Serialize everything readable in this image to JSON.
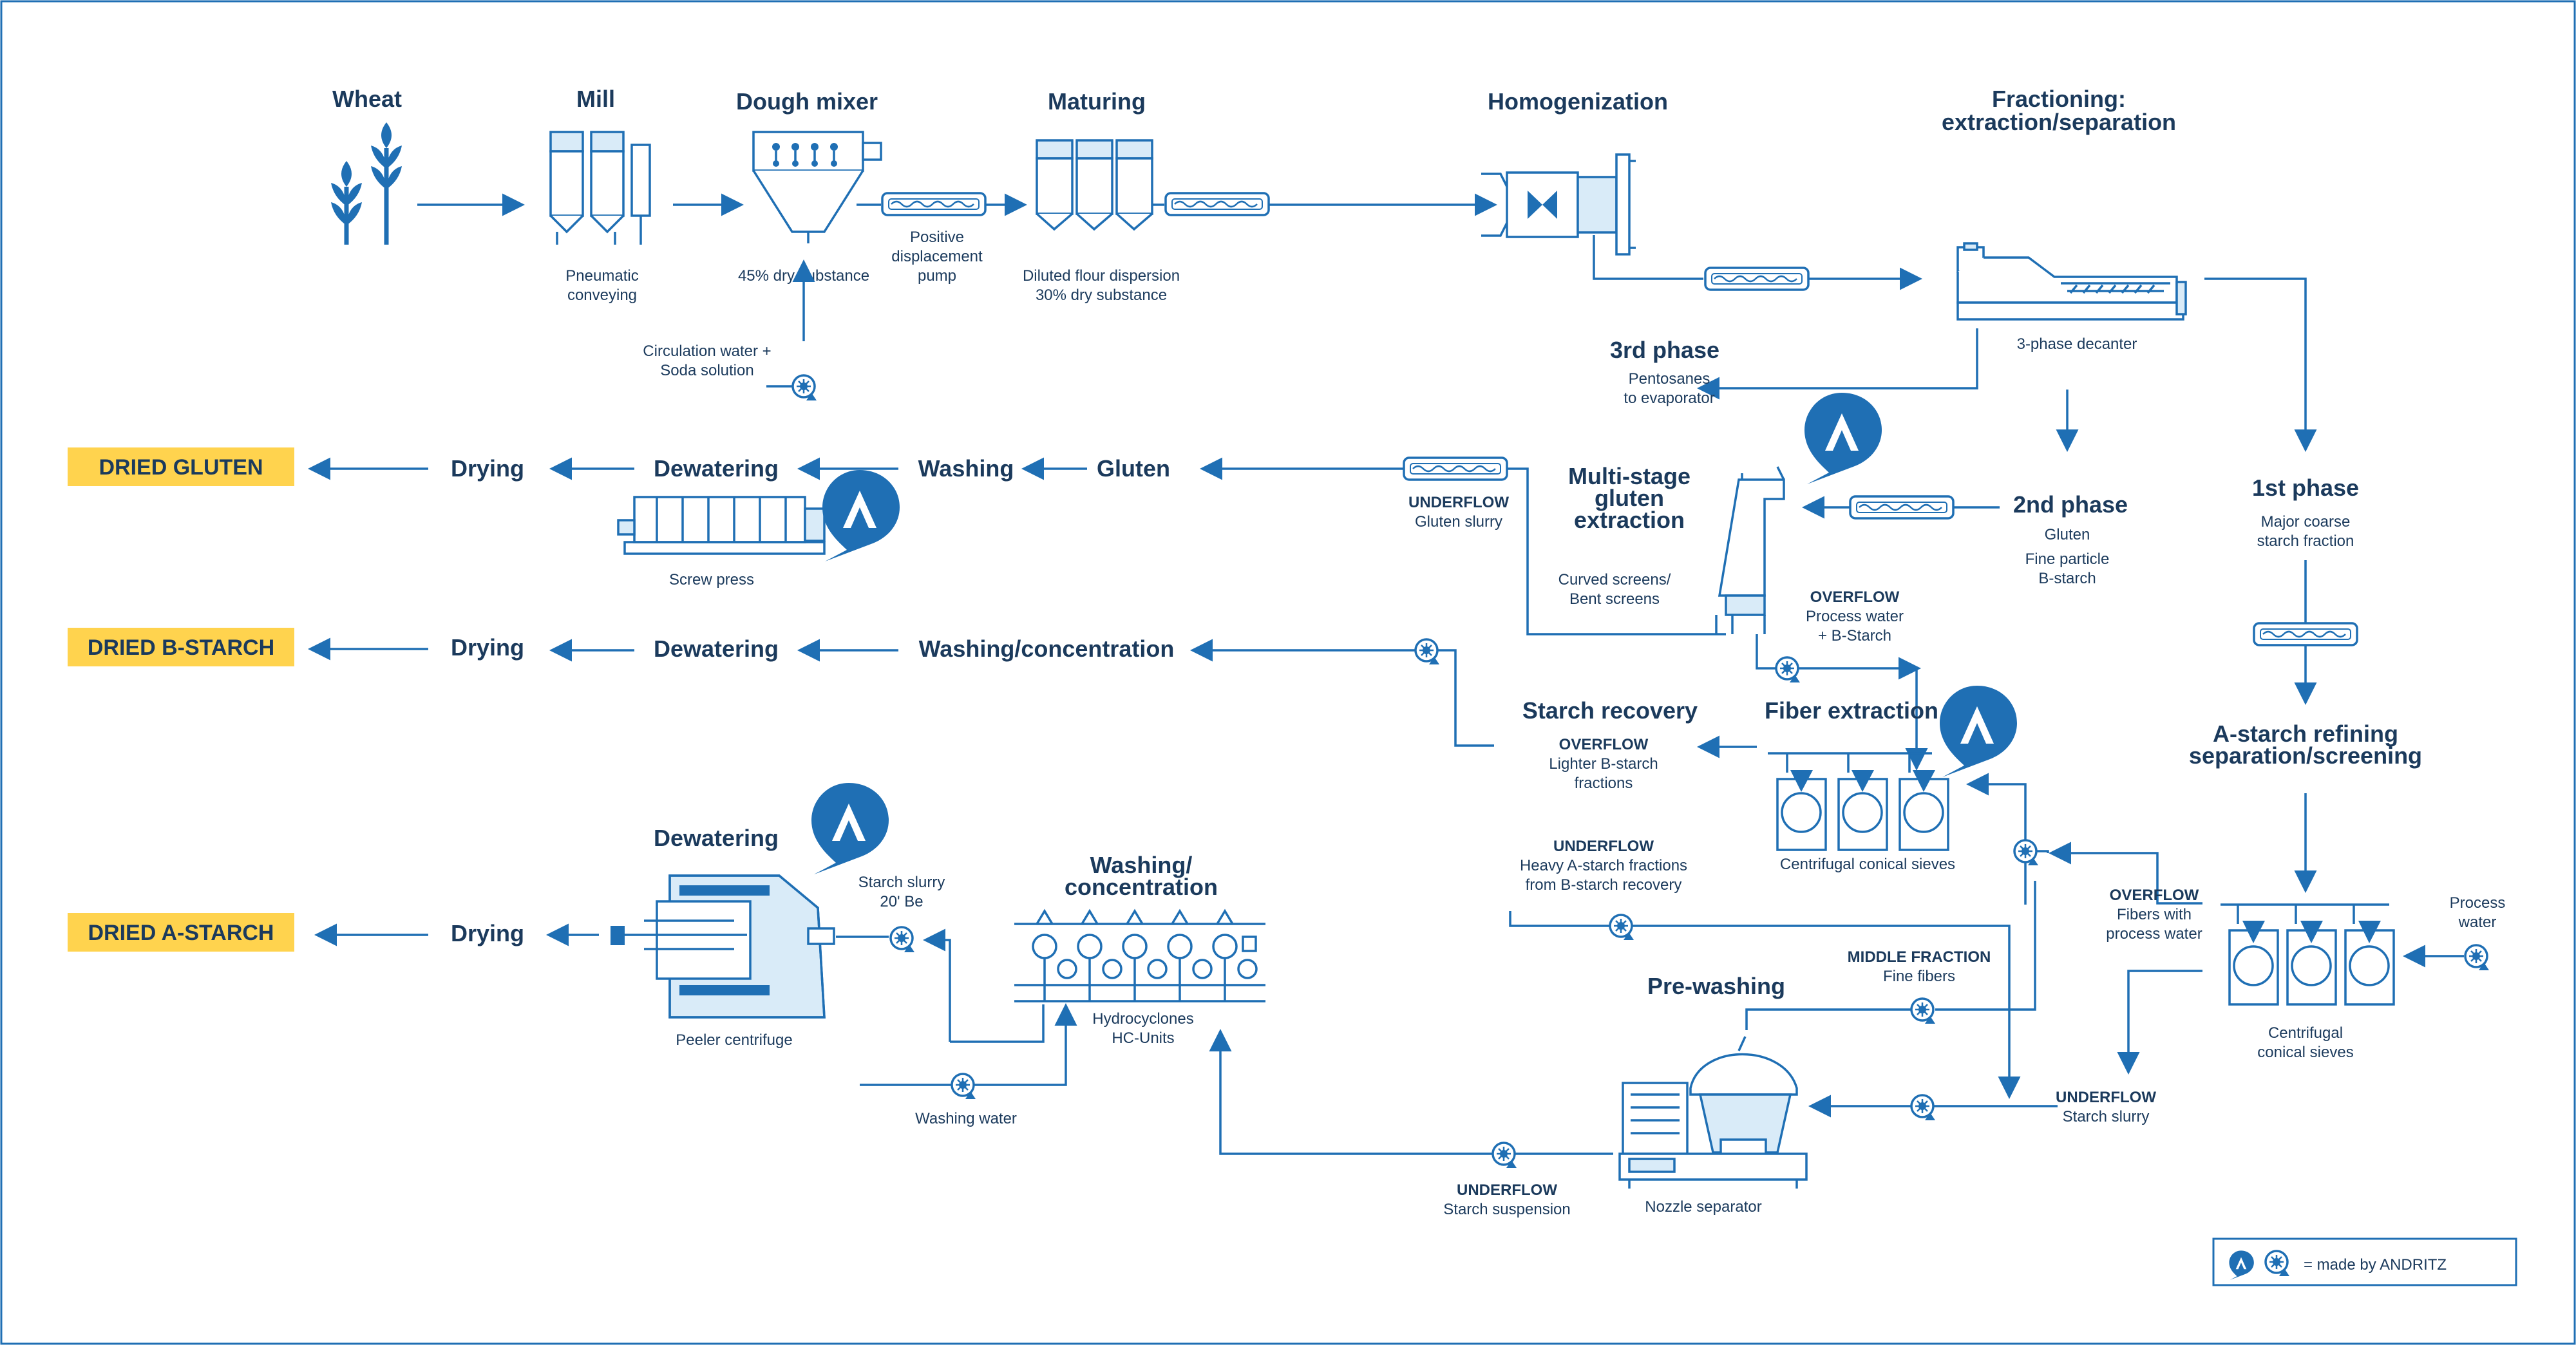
{
  "headings": {
    "wheat": "Wheat",
    "mill": "Mill",
    "dough_mixer": "Dough mixer",
    "maturing": "Maturing",
    "homogenization": "Homogenization",
    "fractioning_1": "Fractioning:",
    "fractioning_2": "extraction/separation",
    "third_phase": "3rd phase",
    "second_phase": "2nd phase",
    "first_phase": "1st phase",
    "multistage_1": "Multi-stage",
    "multistage_2": "gluten",
    "multistage_3": "extraction",
    "gluten": "Gluten",
    "washing": "Washing",
    "dewatering_gluten": "Dewatering",
    "drying_gluten": "Drying",
    "washing_concentration_b": "Washing/concentration",
    "dewatering_b": "Dewatering",
    "drying_b": "Drying",
    "starch_recovery": "Starch recovery",
    "fiber_extraction": "Fiber extraction",
    "a_starch_1": "A-starch refining",
    "a_starch_2": "separation/screening",
    "dewatering_a": "Dewatering",
    "drying_a": "Drying",
    "washing_conc_a_1": "Washing/",
    "washing_conc_a_2": "concentration",
    "pre_washing": "Pre-washing"
  },
  "products": {
    "dried_gluten": "DRIED GLUTEN",
    "dried_b_starch": "DRIED B-STARCH",
    "dried_a_starch": "DRIED A-STARCH"
  },
  "labels": {
    "pneumatic_1": "Pneumatic",
    "pneumatic_2": "conveying",
    "dry_45": "45% dry substance",
    "pump_1": "Positive",
    "pump_2": "displacement",
    "pump_3": "pump",
    "diluted_1": "Diluted flour dispersion",
    "diluted_2": "30% dry substance",
    "circ_1": "Circulation water +",
    "circ_2": "Soda solution",
    "decanter": "3-phase decanter",
    "pentosanes_1": "Pentosanes",
    "pentosanes_2": "to evaporator",
    "gluten_2nd": "Gluten",
    "fine_particle_1": "Fine particle",
    "fine_particle_2": "B-starch",
    "major_coarse_1": "Major coarse",
    "major_coarse_2": "starch fraction",
    "underflow_gluten_1": "UNDERFLOW",
    "underflow_gluten_2": "Gluten slurry",
    "curved_1": "Curved screens/",
    "curved_2": "Bent screens",
    "overflow_pw_1": "OVERFLOW",
    "overflow_pw_2": "Process water",
    "overflow_pw_3": "+ B-Starch",
    "screw_press": "Screw press",
    "overflow_lb_1": "OVERFLOW",
    "overflow_lb_2": "Lighter B-starch",
    "overflow_lb_3": "fractions",
    "underflow_heavy_1": "UNDERFLOW",
    "underflow_heavy_2": "Heavy A-starch fractions",
    "underflow_heavy_3": "from B-starch recovery",
    "ccs_fiber": "Centrifugal conical sieves",
    "overflow_fibers_1": "OVERFLOW",
    "overflow_fibers_2": "Fibers with",
    "overflow_fibers_3": "process water",
    "process_water_1": "Process",
    "process_water_2": "water",
    "ccs_a_1": "Centrifugal",
    "ccs_a_2": "conical sieves",
    "starch_slurry_1": "Starch slurry",
    "starch_slurry_2": "20' Be",
    "peeler": "Peeler centrifuge",
    "hydro_1": "Hydrocyclones",
    "hydro_2": "HC-Units",
    "washing_water": "Washing water",
    "middle_1": "MIDDLE FRACTION",
    "middle_2": "Fine fibers",
    "underflow_slurry_1": "UNDERFLOW",
    "underflow_slurry_2": "Starch slurry",
    "underflow_susp_1": "UNDERFLOW",
    "underflow_susp_2": "Starch suspension",
    "nozzle": "Nozzle separator"
  },
  "legend": {
    "text": "= made by ANDRITZ"
  },
  "colors": {
    "line": "#1f6fb4",
    "text": "#1b3a5c",
    "badge": "#ffd34e",
    "fill": "#d9ebf8"
  }
}
